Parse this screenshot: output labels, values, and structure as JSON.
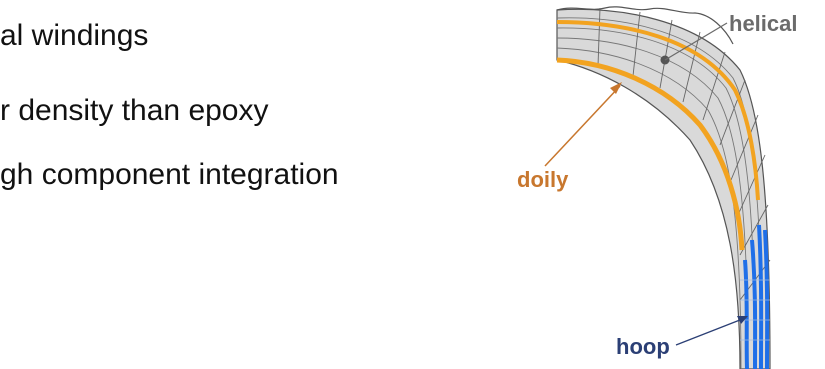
{
  "bullets": [
    "al windings",
    "r density than epoxy",
    "gh component integration"
  ],
  "diagram": {
    "labels": {
      "helical": "helical",
      "doily": "doily",
      "hoop": "hoop"
    },
    "colors": {
      "helical": "#6b6b6b",
      "doily": "#c8772e",
      "hoop": "#2b3f75",
      "doily_band": "#f2a320",
      "hoop_stripes": "#1f6fe8",
      "panel_fill": "#d9d9d9",
      "outline": "#555555"
    }
  }
}
